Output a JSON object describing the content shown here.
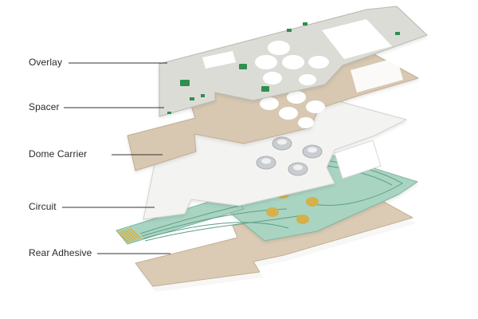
{
  "diagram": {
    "layers": [
      {
        "id": "overlay",
        "label": "Overlay"
      },
      {
        "id": "spacer",
        "label": "Spacer"
      },
      {
        "id": "dome-carrier",
        "label": "Dome Carrier"
      },
      {
        "id": "circuit",
        "label": "Circuit"
      },
      {
        "id": "rear-adhesive",
        "label": "Rear Adhesive"
      }
    ],
    "colors": {
      "overlay": "#dcdcd6",
      "overlay_edge": "#b9b9b2",
      "spacer": "#d8c8b2",
      "spacer_edge": "#bfae96",
      "dome_carrier": "#f3f3f1",
      "dome_carrier_edge": "#d2d2cf",
      "circuit": "#a9d4c2",
      "circuit_edge": "#7fb5a0",
      "trace": "#5f9f88",
      "contact": "#d4b14a",
      "dome": "#c9ccd0",
      "rear_adhesive": "#dccbb4",
      "rear_adhesive_edge": "#c0ae95",
      "liner": "#f7f7f5",
      "marking": "#2f8f4e",
      "leader": "#333333"
    }
  }
}
